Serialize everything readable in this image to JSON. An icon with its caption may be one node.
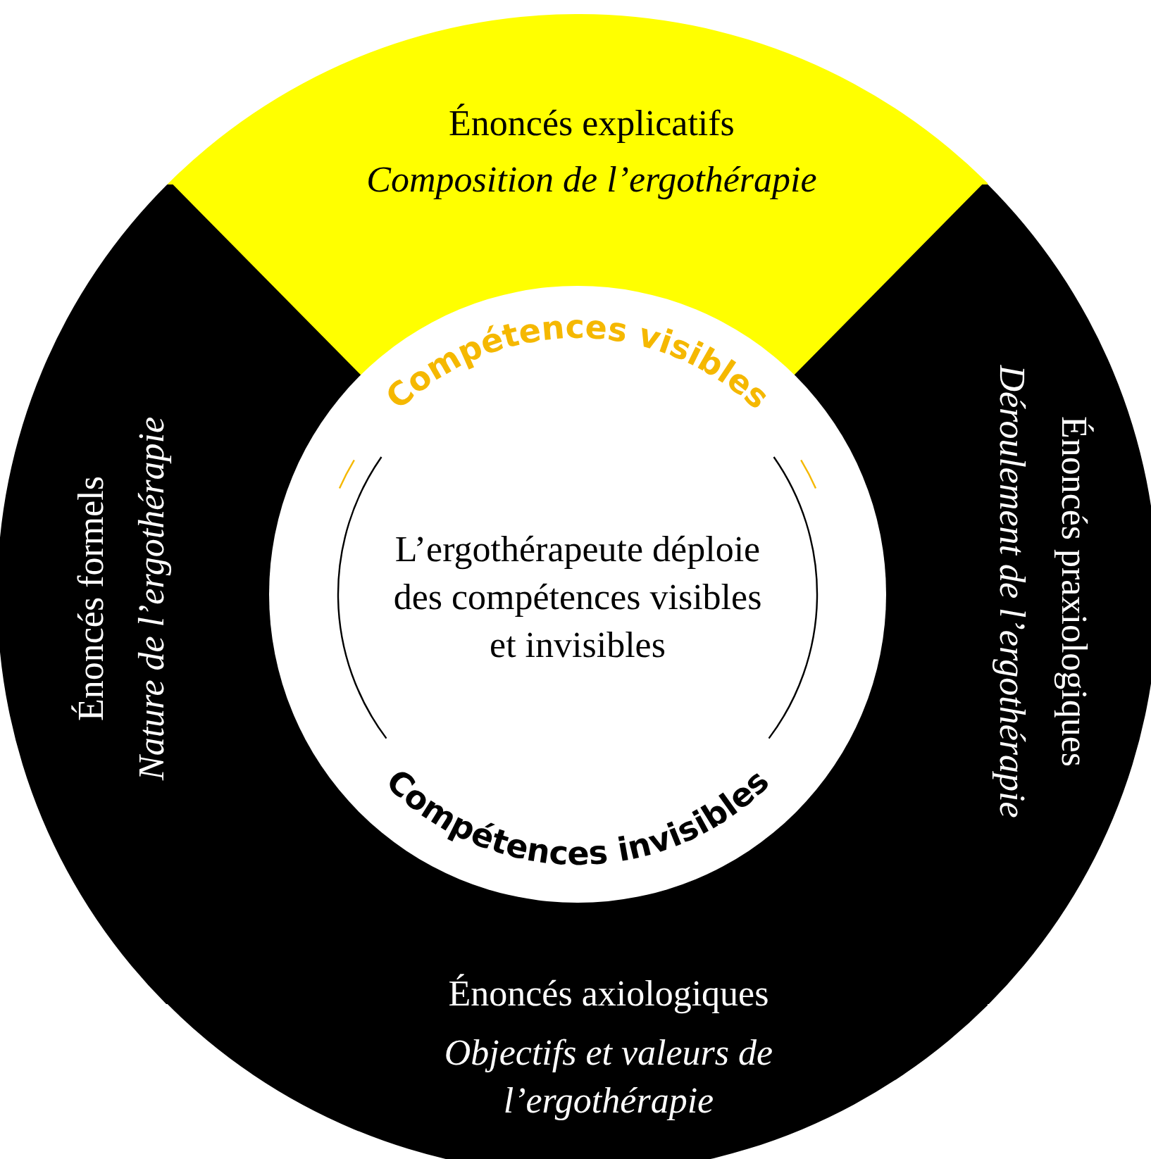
{
  "diagram": {
    "nodes": [
      {
        "text": [
          "Énoncés explicatifs",
          "Composition de l’ergothérapie"
        ]
      },
      {
        "text": [
          "Énoncés formels",
          "Nature de l’ergothérapie"
        ]
      },
      {
        "text": [
          "L’ergothérapeute déploie des compétences visibles et invisibles"
        ]
      },
      {
        "text": [
          "Énoncés praxiologiques",
          "Déroulement de l’ergothérapie"
        ]
      },
      {
        "text": [
          "Énoncés axiologiques",
          "Objectifs et valeurs de l’ergothérapie"
        ]
      }
    ],
    "labels": [
      "Compétences visibles",
      "Compétences invisibles"
    ]
  }
}
